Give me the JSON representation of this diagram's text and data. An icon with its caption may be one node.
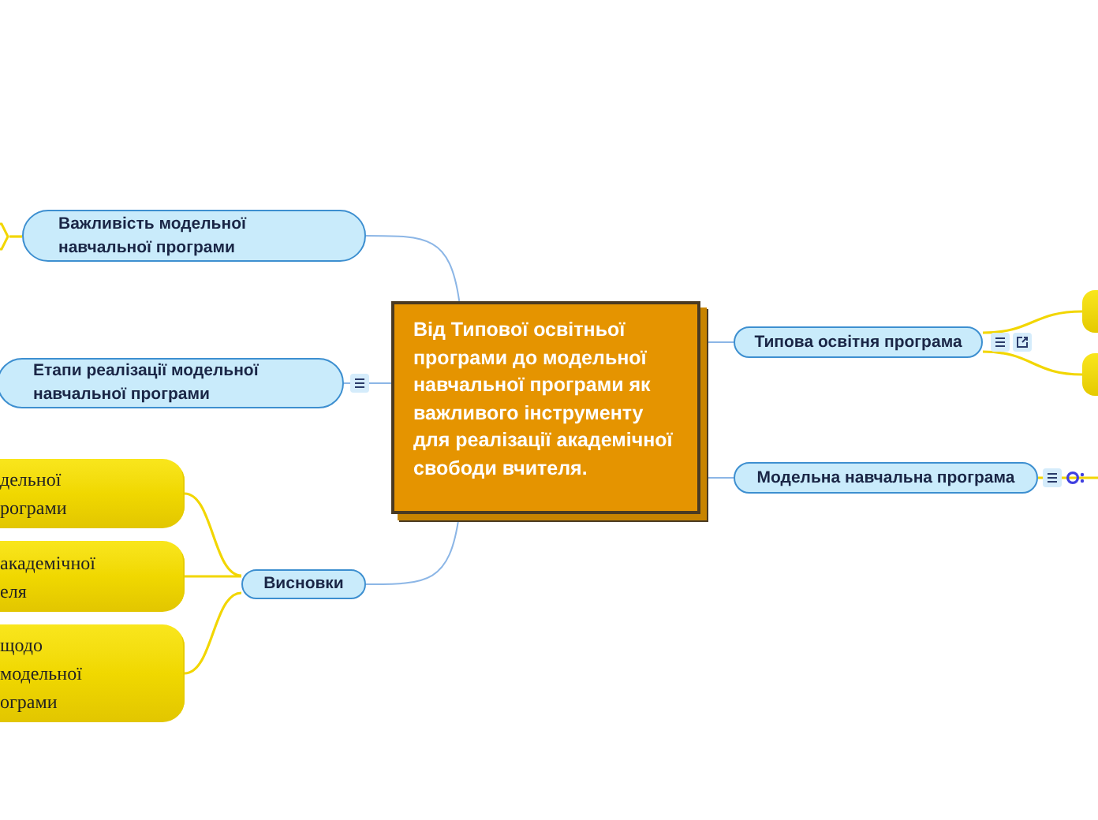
{
  "diagram": {
    "nodes": [
      {
        "text": [
          "Від Типової освітньої програми до модельної навчальної програми як важливого інструменту для реалізації академічної свободи вчителя."
        ]
      },
      {
        "text": [
          "Важливість модельної навчальної програми"
        ]
      },
      {
        "text": [
          "Етапи реалізації модельної навчальної програми"
        ]
      },
      {
        "text": [
          "Висновки"
        ]
      },
      {
        "text": [
          "Типова освітня програма"
        ]
      },
      {
        "text": [
          "Модельна навчальна програма"
        ]
      },
      {
        "text": [
          "дельної рограми"
        ]
      },
      {
        "text": [
          "академічної еля"
        ]
      },
      {
        "text": [
          "щодо модельної ограми"
        ]
      },
      {
        "text": [],
        "shape": "cylinder"
      },
      {
        "text": [],
        "shape": "cylinder"
      },
      {
        "text": [],
        "shape": "hexagon"
      }
    ],
    "edges": [
      {
        "from": 0,
        "to": 1,
        "arrow": "none",
        "color": "#8cb6e6"
      },
      {
        "from": 0,
        "to": 2,
        "arrow": "none",
        "color": "#8cb6e6"
      },
      {
        "from": 0,
        "to": 3,
        "arrow": "none",
        "color": "#8cb6e6"
      },
      {
        "from": 0,
        "to": 4,
        "arrow": "none",
        "color": "#8cb6e6"
      },
      {
        "from": 0,
        "to": 5,
        "arrow": "none",
        "color": "#8cb6e6"
      },
      {
        "from": 3,
        "to": 6,
        "arrow": "none"
      },
      {
        "from": 3,
        "to": 7,
        "arrow": "none"
      },
      {
        "from": 3,
        "to": 8,
        "arrow": "none"
      },
      {
        "from": 4,
        "to": 9,
        "arrow": "none"
      },
      {
        "from": 4,
        "to": 10,
        "arrow": "none"
      },
      {
        "from": 1,
        "to": 11,
        "arrow": "none"
      },
      {
        "from": 5,
        "to": null,
        "arrow": "none"
      }
    ]
  }
}
